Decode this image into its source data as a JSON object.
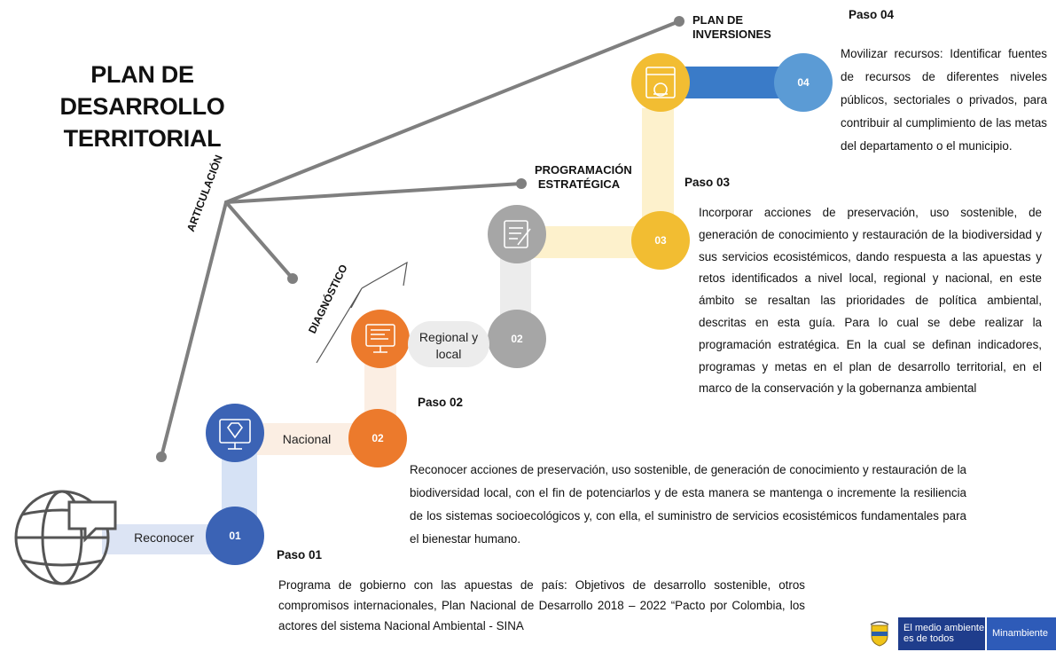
{
  "title": "PLAN DE DESARROLLO TERRITORIAL",
  "rotated_labels": {
    "articulacion": "ARTICULACIÓN",
    "diagnostico": "DIAGNÓSTICO"
  },
  "branch_labels": {
    "plan_inversiones": "PLAN DE INVERSIONES",
    "programacion": "PROGRAMACIÓN ESTRATÉGICA"
  },
  "pills": {
    "reconocer": "Reconocer",
    "nacional": "Nacional",
    "regional": "Regional y local"
  },
  "circles": {
    "c01": "01",
    "c02_orange": "02",
    "c02_gray": "02",
    "c03": "03",
    "c04": "04"
  },
  "steps": {
    "paso01": {
      "label": "Paso 01",
      "text": "Programa de gobierno con las apuestas de país: Objetivos de desarrollo sostenible, otros compromisos internacionales, Plan Nacional de Desarrollo 2018 – 2022 “Pacto por Colombia, los actores del sistema Nacional Ambiental - SINA"
    },
    "paso02": {
      "label": "Paso 02",
      "text": "Reconocer acciones de preservación, uso sostenible, de generación de conocimiento y restauración de la biodiversidad local, con el fin de potenciarlos y de esta manera se mantenga o incremente la resiliencia de los sistemas socioecológicos y, con ella, el suministro de servicios ecosistémicos fundamentales para el bienestar humano."
    },
    "paso03": {
      "label": "Paso 03",
      "text": "Incorporar acciones de preservación, uso sostenible, de generación de conocimiento y restauración de la biodiversidad y sus servicios ecosistémicos, dando respuesta a las apuestas y retos identificados a nivel local, regional y nacional, en este ámbito se resaltan las prioridades de política ambiental, descritas en esta guía. Para lo cual se debe realizar la programación estratégica. En la cual se definan indicadores, programas y metas en el plan de desarrollo territorial, en el marco de la conservación y la gobernanza ambiental"
    },
    "paso04": {
      "label": "Paso 04",
      "text": "Movilizar recursos: Identificar fuentes de recursos de diferentes niveles públicos, sectoriales o privados, para contribuir al cumplimiento de las metas del departamento o el municipio."
    }
  },
  "footer": {
    "line1": "El medio ambiente",
    "line2": "es de todos",
    "ministry": "Minambiente"
  },
  "colors": {
    "blue": "#3b63b5",
    "orange": "#ec7a2c",
    "gray": "#a6a6a6",
    "yellow": "#f2bd32",
    "light_blue": "#5b9bd5",
    "connector_gray": "#7f7f7f",
    "footer_navy": "#1f3d8c"
  },
  "icons": [
    "globe-chat-icon",
    "monitor-diamond-icon",
    "monitor-code-icon",
    "document-edit-icon",
    "settings-window-icon",
    "colombia-shield-icon"
  ]
}
